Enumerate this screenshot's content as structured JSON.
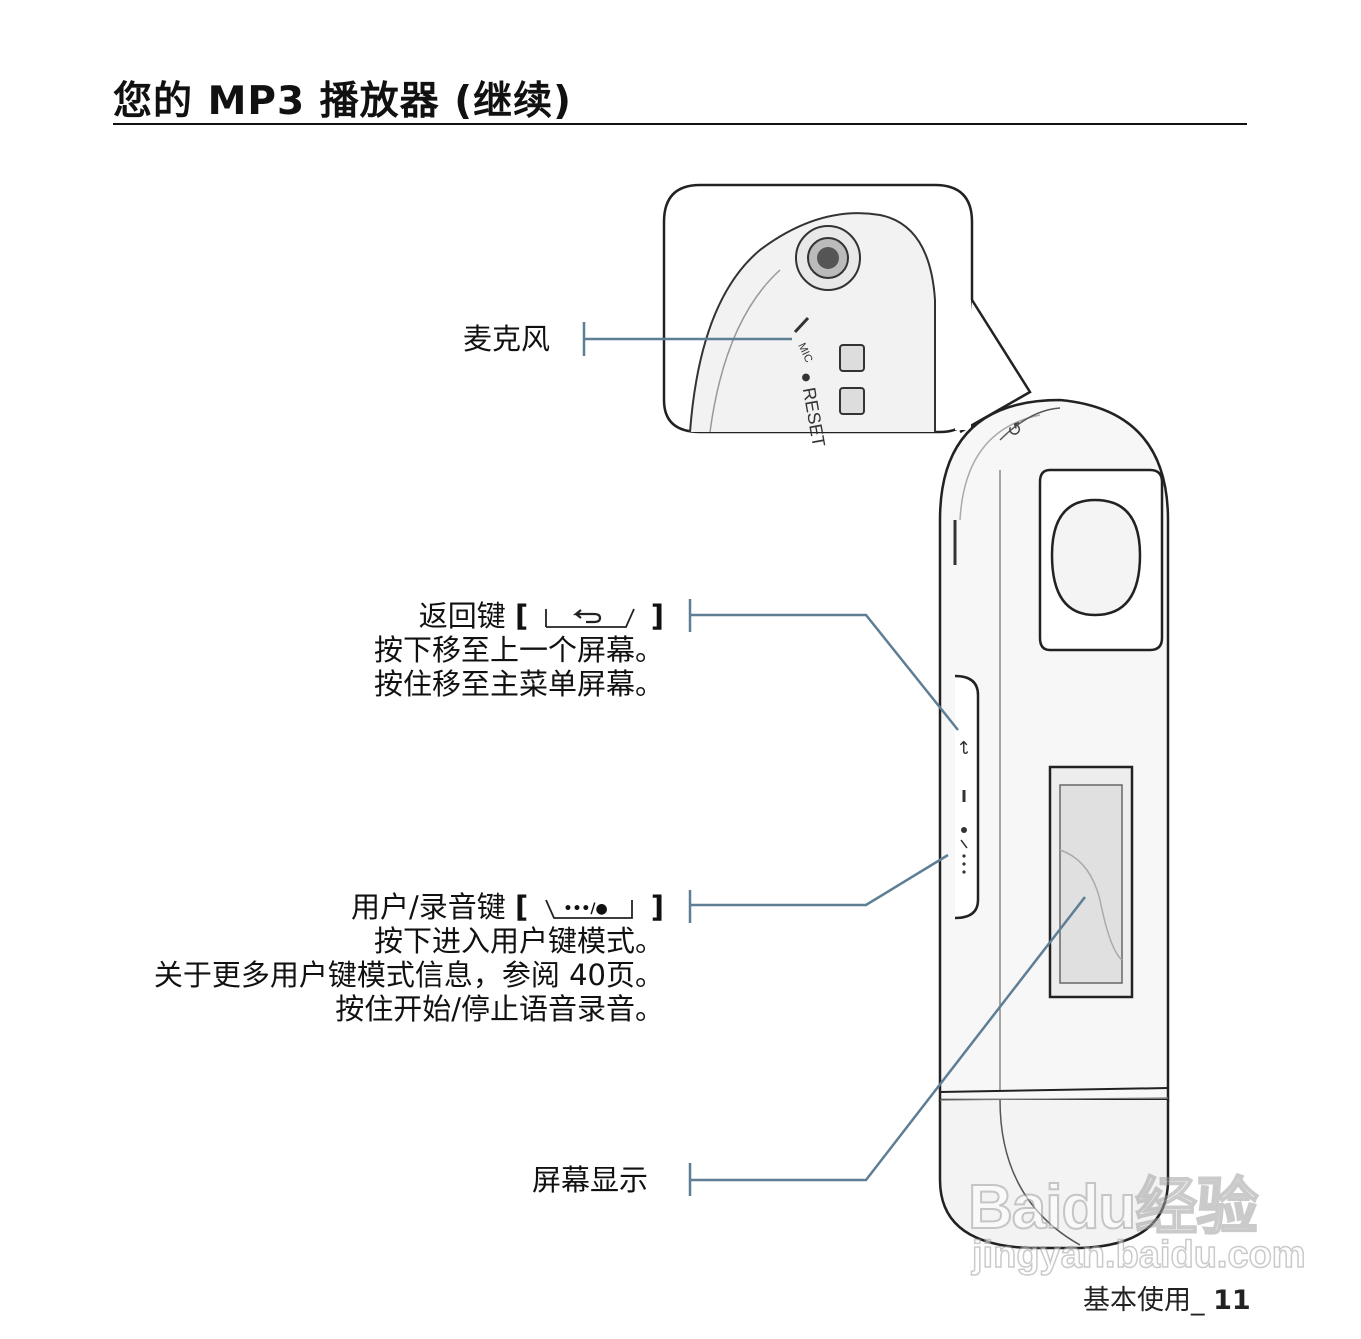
{
  "header": {
    "title": "您的 MP3 播放器 (继续)"
  },
  "callouts": {
    "microphone": {
      "label": "麦克风"
    },
    "back_key": {
      "label": "返回键",
      "bracket_open": "[",
      "bracket_close": "]",
      "lines": [
        "按下移至上一个屏幕。",
        "按住移至主菜单屏幕。"
      ]
    },
    "user_record_key": {
      "label": "用户/录音键",
      "bracket_open": "[",
      "bracket_close": "]",
      "key_glyph_text": "•••/●",
      "lines": [
        "按下进入用户键模式。",
        "关于更多用户键模式信息，参阅 40页。",
        "按住开始/停止语音录音。"
      ]
    },
    "display": {
      "label": "屏幕显示"
    }
  },
  "device": {
    "mic_text": "MIC",
    "reset_text": "● RESET"
  },
  "footer": {
    "section": "基本使用_",
    "page_number": "11"
  },
  "watermark": {
    "logo": "Baidu经验",
    "url": "jingyan.baidu.com"
  }
}
